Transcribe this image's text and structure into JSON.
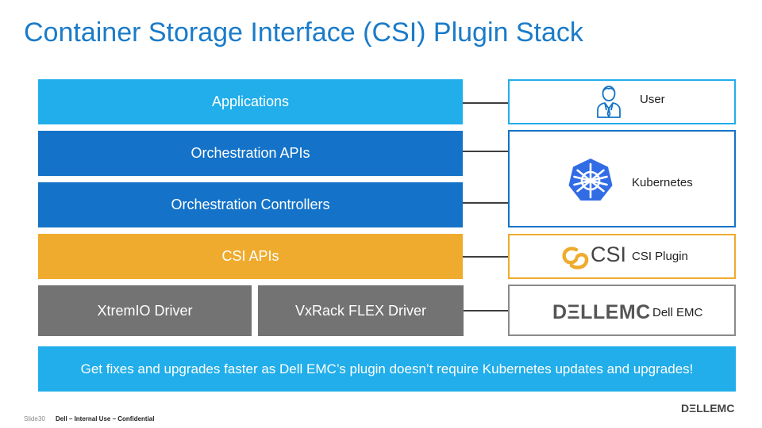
{
  "title": "Container Storage Interface (CSI) Plugin Stack",
  "stack": {
    "applications": "Applications",
    "orchestration_apis": "Orchestration APIs",
    "orchestration_controllers": "Orchestration Controllers",
    "csi_apis": "CSI APIs",
    "xtremio_driver": "XtremIO Driver",
    "vxrack_driver": "VxRack FLEX Driver"
  },
  "roles": {
    "user": "User",
    "kubernetes": "Kubernetes",
    "csi_plugin": "CSI Plugin",
    "dell_emc": "Dell EMC"
  },
  "banner": "Get fixes and upgrades faster as Dell EMC’s plugin doesn’t require Kubernetes updates and upgrades!",
  "footer": {
    "slide_label": "Slide",
    "slide_number": "30",
    "classification": "Dell – Internal Use – Confidential"
  },
  "logos": {
    "csi_logo_text": "CSI",
    "dellemc_logo_text": "DΞLLEMC",
    "footer_logo_text": "DΞLLEMC"
  },
  "colors": {
    "title": "#1a7bc9",
    "light_blue": "#21aeea",
    "dark_blue": "#1473c8",
    "orange": "#efab2d",
    "gray": "#737373",
    "kubernetes": "#326ce5"
  }
}
